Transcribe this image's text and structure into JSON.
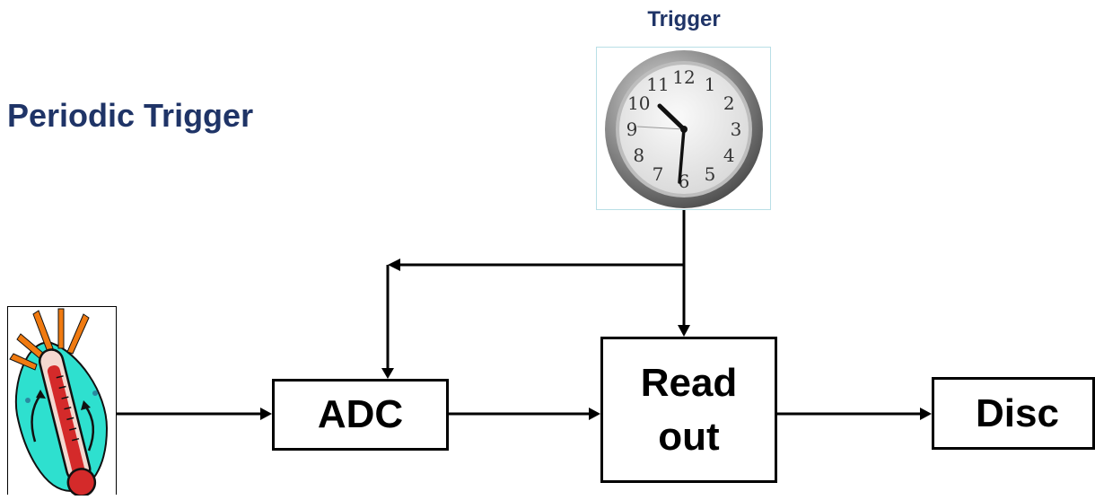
{
  "title": "Periodic Trigger",
  "trigger_label": "Trigger",
  "blocks": {
    "adc": "ADC",
    "readout": "Read\nout",
    "disc": "Disc"
  },
  "clock": {
    "numerals": [
      "12",
      "1",
      "2",
      "3",
      "4",
      "5",
      "6",
      "7",
      "8",
      "9",
      "10",
      "11"
    ]
  },
  "colors": {
    "title": "#1f3467",
    "line": "#000000",
    "thermo_bg": "#2ee0cf",
    "thermo_tube": "#d42a2a",
    "thermo_rays": "#f07a10"
  },
  "icons": {
    "sensor": "thermometer-icon",
    "trigger": "clock-icon"
  }
}
